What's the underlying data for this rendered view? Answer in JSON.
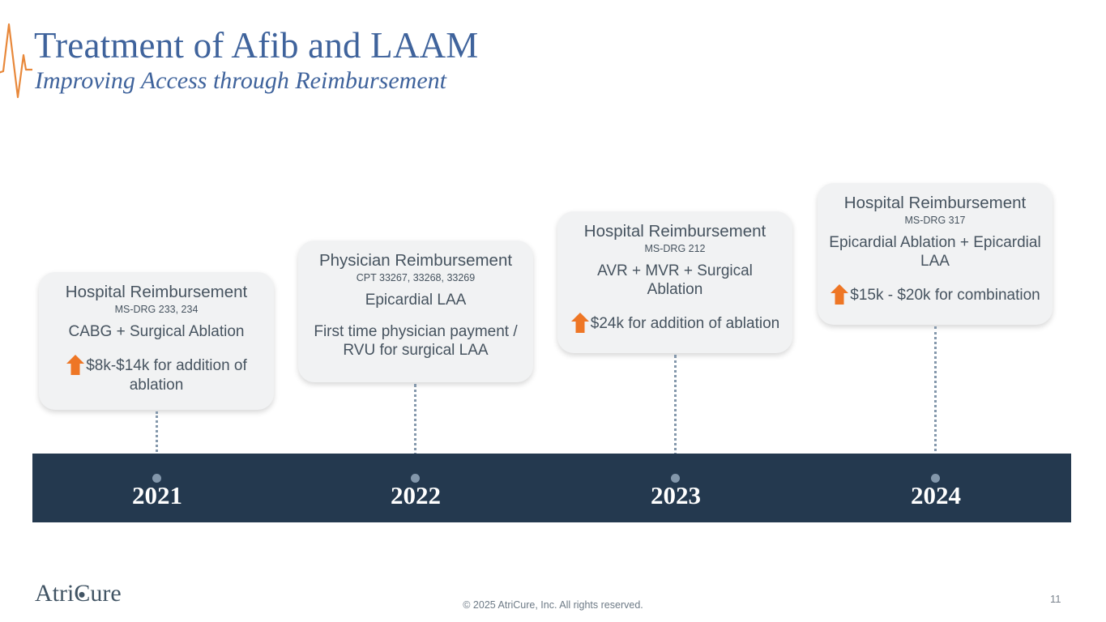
{
  "header": {
    "title": "Treatment of Afib and LAAM",
    "subtitle": "Improving Access through Reimbursement",
    "title_color": "#3f639c",
    "ekg_color": "#e8883a"
  },
  "timeline": {
    "bar_color": "#24394f",
    "connector_color": "#8397ab",
    "years": [
      {
        "label": "2021"
      },
      {
        "label": "2022"
      },
      {
        "label": "2023"
      },
      {
        "label": "2024"
      }
    ]
  },
  "cards": [
    {
      "title": "Hospital Reimbursement",
      "code": "MS-DRG 233, 234",
      "procedure": "CABG + Surgical Ablation",
      "note": "$8k-$14k for addition of ablation",
      "has_arrow": true,
      "arrow_icon": "up-arrow-icon",
      "arrow_color": "#ee7625",
      "year": "2021"
    },
    {
      "title": "Physician Reimbursement",
      "code": "CPT 33267, 33268, 33269",
      "procedure": "Epicardial LAA",
      "note": "First time physician payment / RVU for surgical LAA",
      "has_arrow": false,
      "arrow_icon": "",
      "arrow_color": "",
      "year": "2022"
    },
    {
      "title": "Hospital Reimbursement",
      "code": "MS-DRG 212",
      "procedure": "AVR + MVR + Surgical Ablation",
      "note": "$24k for addition of ablation",
      "has_arrow": true,
      "arrow_icon": "up-arrow-icon",
      "arrow_color": "#ee7625",
      "year": "2023"
    },
    {
      "title": "Hospital Reimbursement",
      "code": "MS-DRG 317",
      "procedure": "Epicardial Ablation + Epicardial LAA",
      "note": "$15k - $20k for combination",
      "has_arrow": true,
      "arrow_icon": "up-arrow-icon",
      "arrow_color": "#ee7625",
      "year": "2024"
    }
  ],
  "footer": {
    "brand_part1": "Atri",
    "brand_letter": "C",
    "brand_part2": "ure",
    "copyright": "© 2025 AtriCure, Inc. All rights reserved.",
    "page_number": "11"
  }
}
